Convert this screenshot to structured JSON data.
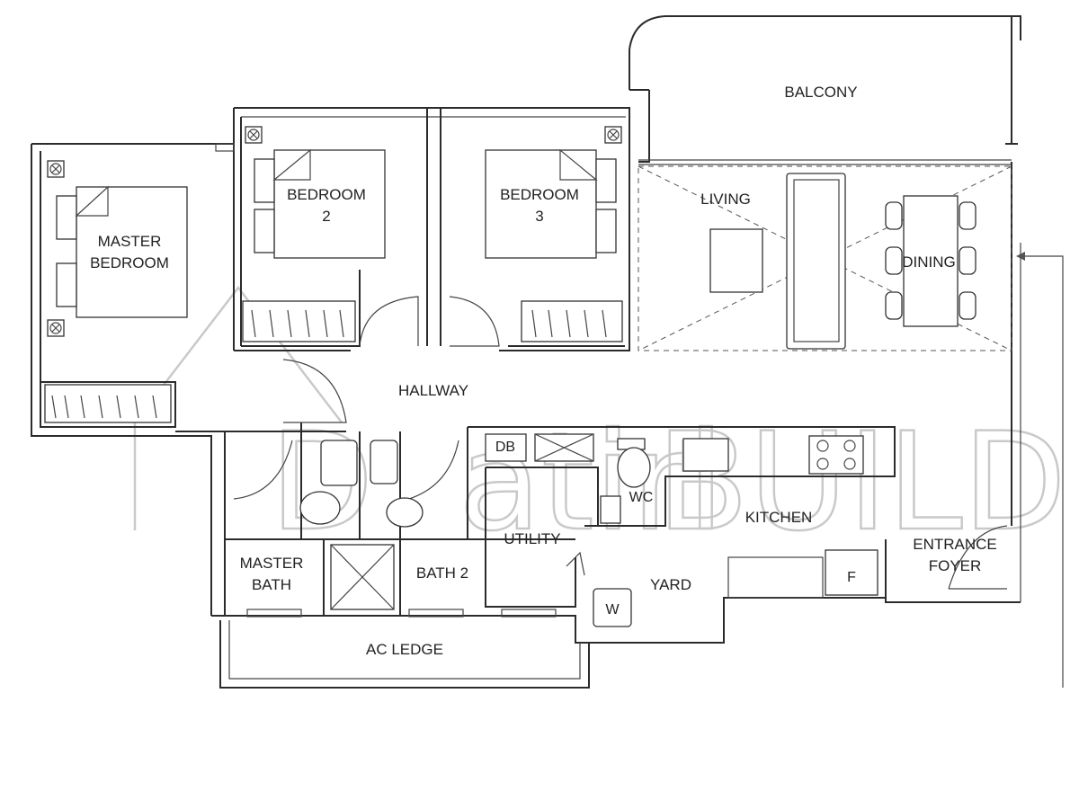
{
  "rooms": {
    "balcony": "BALCONY",
    "living": "LIVING",
    "dining": "DINING",
    "master_bedroom": [
      "MASTER",
      "BEDROOM"
    ],
    "bedroom2": [
      "BEDROOM",
      "2"
    ],
    "bedroom3": [
      "BEDROOM",
      "3"
    ],
    "hallway": "HALLWAY",
    "kitchen": "KITCHEN",
    "utility": "UTILITY",
    "wc": "WC",
    "yard": "YARD",
    "master_bath": [
      "MASTER",
      "BATH"
    ],
    "bath2": "BATH 2",
    "ac_ledge": "AC LEDGE",
    "entrance_foyer": [
      "ENTRANCE",
      "FOYER"
    ]
  },
  "fixtures": {
    "db": "DB",
    "washer": "W",
    "fridge": "F"
  },
  "watermark": {
    "left": "D",
    "middle": "atiri",
    "right": "BUILD"
  },
  "colors": {
    "wall": "#2b2b2b",
    "watermark": "#c9c9c9"
  }
}
